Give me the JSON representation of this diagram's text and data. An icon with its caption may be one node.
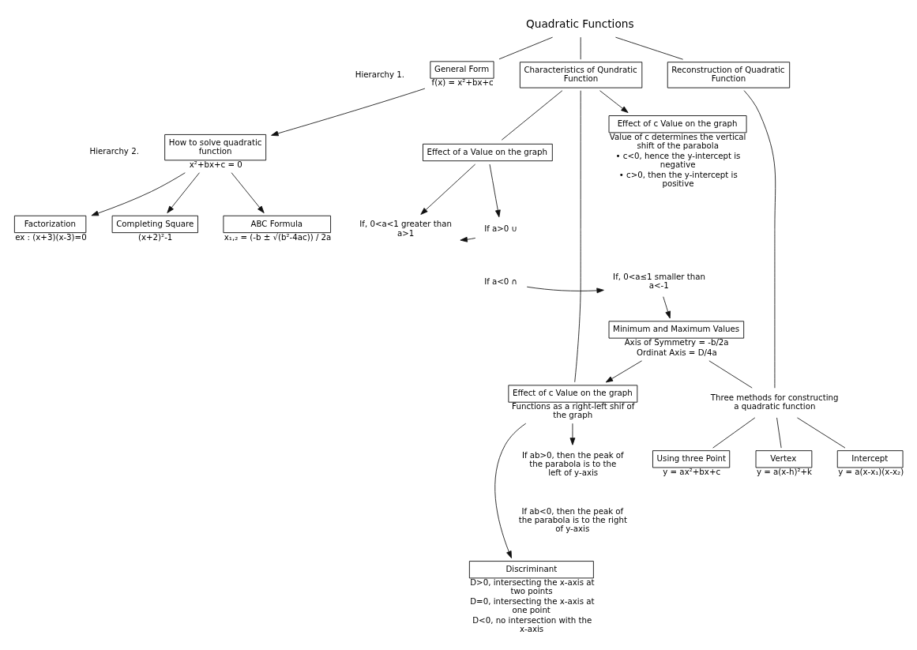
{
  "diagram": {
    "nodes": [
      {
        "text": [
          "Quadratic Functions"
        ]
      },
      {
        "text": [
          "General Form"
        ],
        "beside": [
          "f(x) = x²+bx+c"
        ]
      },
      {
        "text": [
          "How to solve quadratic function"
        ],
        "beside": [
          "x²+bx+c = 0"
        ]
      },
      {
        "text": [
          "Factorization"
        ],
        "beside": [
          "ex : (x+3)(x-3)=0"
        ]
      },
      {
        "text": [
          "Completing Square"
        ],
        "beside": [
          "(x+2)²-1"
        ]
      },
      {
        "text": [
          "ABC Formula"
        ],
        "beside": [
          "x₁,₂ = (-b ± √(b²-4ac)) / 2a"
        ]
      },
      {
        "text": [
          "Characteristics of Qundratic Function"
        ]
      },
      {
        "text": [
          "Effect of a Value on the graph"
        ]
      },
      {
        "text": [
          "If a>0 ∪"
        ]
      },
      {
        "text": [
          "If, 0<a<1 greater than a>1"
        ]
      },
      {
        "text": [
          "If a<0 ∩"
        ]
      },
      {
        "text": [
          "If, 0<a≤1 smaller than a<-1"
        ]
      },
      {
        "text": [
          "Minimum and Maximum Values"
        ],
        "beside": [
          "Axis of Symmetry = -b/2a",
          "Ordinat Axis = D/4a"
        ]
      },
      {
        "text": [
          "Effect of c Value on the graph"
        ],
        "beside": [
          "Functions as a right-left shif of the graph"
        ]
      },
      {
        "text": [
          "If ab>0, then the peak of the parabola is to the left of y-axis"
        ]
      },
      {
        "text": [
          "Discriminant"
        ],
        "beside": [
          "D>0, intersecting the x-axis at two points",
          "D=0, intersecting the x-axis at one point",
          "D<0, no intersection with the x-axis"
        ]
      },
      {
        "text": [
          "Effect of c Value on the graph"
        ],
        "beside": [
          "Value of c determines the vertical shift of the parabola",
          "• c<0, hence the y-intercept is negative",
          "• c>0, then the y-intercept is positive"
        ]
      },
      {
        "text": [
          "Reconstruction of Quadratic Function"
        ]
      },
      {
        "text": [
          "Three methods for constructing a quadratic function"
        ]
      },
      {
        "text": [
          "Vertex"
        ],
        "beside": [
          "y = a(x-h)²+k"
        ]
      },
      {
        "text": [
          "Intercept"
        ],
        "beside": [
          "y = a(x-x₁)(x-x₂)"
        ]
      },
      {
        "text": [
          "Using three Point"
        ],
        "beside": [
          "y = ax²+bx+c"
        ]
      }
    ],
    "edges": [
      {
        "from": 0,
        "to": 1,
        "arrow": "none"
      },
      {
        "from": 0,
        "to": 6,
        "arrow": "none"
      },
      {
        "from": 0,
        "to": 17,
        "arrow": "none"
      },
      {
        "from": 1,
        "to": 2,
        "arrow": "to"
      },
      {
        "from": 2,
        "to": 3,
        "arrow": "to"
      },
      {
        "from": 2,
        "to": 4,
        "arrow": "to"
      },
      {
        "from": 2,
        "to": 5,
        "arrow": "to"
      },
      {
        "from": 6,
        "to": 7,
        "arrow": "none"
      },
      {
        "from": 6,
        "to": 16,
        "arrow": "to"
      },
      {
        "from": 6,
        "to": 13,
        "arrow": "none"
      },
      {
        "from": 7,
        "to": 8,
        "arrow": "to"
      },
      {
        "from": 7,
        "to": 9,
        "arrow": "to"
      },
      {
        "from": 8,
        "to": 9,
        "arrow": "to"
      },
      {
        "from": 10,
        "to": 11,
        "arrow": "to"
      },
      {
        "from": 11,
        "to": 12,
        "arrow": "to"
      },
      {
        "from": 12,
        "to": 13,
        "arrow": "to"
      },
      {
        "from": 13,
        "to": 14,
        "arrow": "to"
      },
      {
        "from": 13,
        "to": 15,
        "arrow": "to"
      },
      {
        "from": 12,
        "to": 18,
        "arrow": "none"
      },
      {
        "from": 17,
        "to": 18,
        "arrow": "none"
      },
      {
        "from": 18,
        "to": 19,
        "arrow": "none"
      },
      {
        "from": 18,
        "to": 20,
        "arrow": "none"
      },
      {
        "from": 18,
        "to": 21,
        "arrow": "none"
      }
    ],
    "labels": [
      "Hierarchy 1.",
      "Hierarchy 2.",
      "If ab<0, then the peak of the parabola is to the right of y-axis"
    ]
  }
}
